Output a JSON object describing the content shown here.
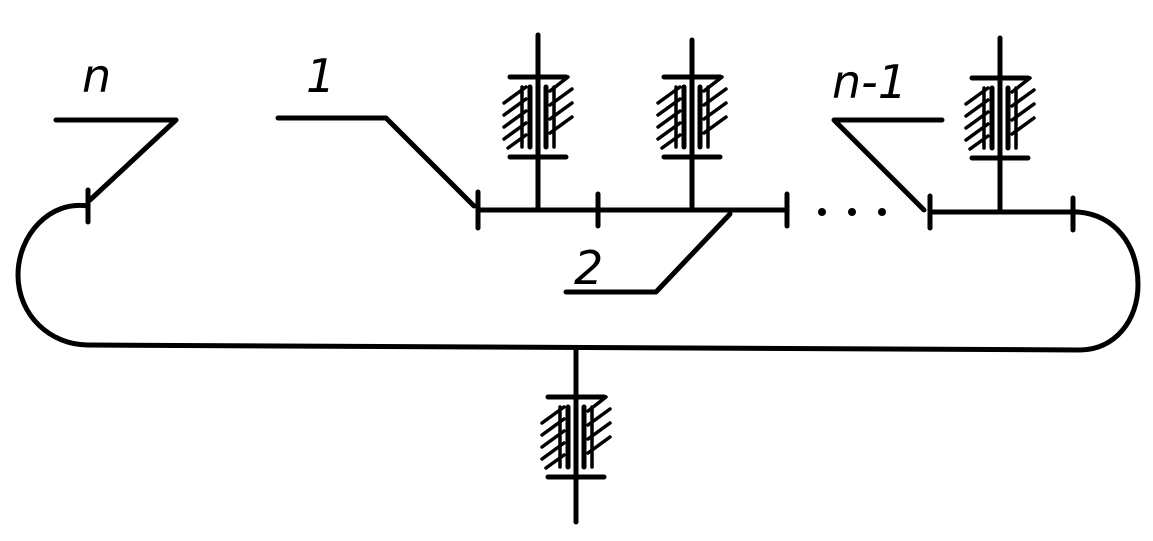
{
  "labels": {
    "n": "n",
    "one": "1",
    "two": "2",
    "n_minus_1": "n-1"
  },
  "colors": {
    "ink": "#000000",
    "paper": "#ffffff"
  }
}
